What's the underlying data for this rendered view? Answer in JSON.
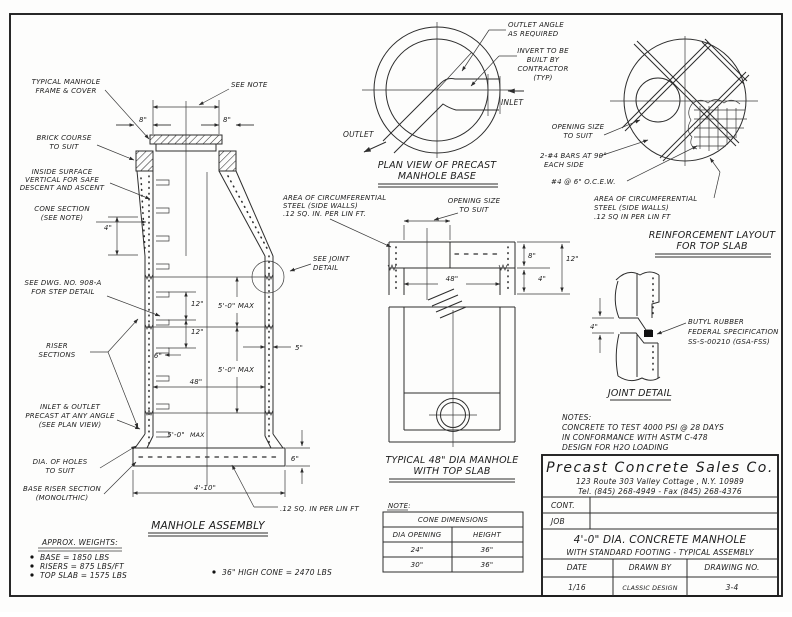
{
  "assembly": {
    "title": "MANHOLE ASSEMBLY",
    "labels": {
      "frame_cover": [
        "TYPICAL MANHOLE",
        "FRAME & COVER"
      ],
      "see_note_top": "SEE NOTE",
      "brick_course": [
        "BRICK COURSE",
        "TO SUIT"
      ],
      "inside_surface": [
        "INSIDE SURFACE",
        "VERTICAL FOR SAFE",
        "DESCENT AND ASCENT"
      ],
      "cone_section": [
        "CONE SECTION",
        "(SEE NOTE)"
      ],
      "step_detail": [
        "SEE DWG. NO. 908-A",
        "FOR STEP DETAIL"
      ],
      "riser_sections": [
        "RISER",
        "SECTIONS"
      ],
      "inlet_outlet": [
        "INLET & OUTLET",
        "PRECAST AT ANY ANGLE",
        "(SEE PLAN VIEW)"
      ],
      "dia_holes": [
        "DIA. OF HOLES",
        "TO SUIT"
      ],
      "base_riser": [
        "BASE RISER SECTION",
        "(MONOLITHIC)"
      ],
      "see_joint": [
        "SEE JOINT",
        "DETAIL"
      ],
      "steel_area": ".12 SQ. IN PER LIN FT"
    },
    "dims": {
      "d8l": "8\"",
      "d8r": "8\"",
      "d4cone": "4\"",
      "d12a": "12\"",
      "d12b": "12\"",
      "d6step": "6\"",
      "d48": "48\"",
      "d5wall": "5\"",
      "max1": "5'-0\" MAX",
      "max2": "5'-0\" MAX",
      "max3": "5'-0\"",
      "max3b": "MAX",
      "d6base": "6\"",
      "width": "4'-10\""
    }
  },
  "weights": {
    "title": "APPROX. WEIGHTS:",
    "items": [
      "BASE = 1850 LBS",
      "RISERS = 875 LBS/FT",
      "TOP SLAB = 1575 LBS"
    ],
    "cone_item": "36\" HIGH CONE = 2470 LBS"
  },
  "plan_view": {
    "title": [
      "PLAN VIEW OF PRECAST",
      "MANHOLE BASE"
    ],
    "labels": {
      "outlet_angle": [
        "OUTLET ANGLE",
        "AS REQUIRED"
      ],
      "invert": [
        "INVERT TO BE",
        "BUILT BY",
        "CONTRACTOR",
        "(TYP)"
      ],
      "inlet": "INLET",
      "outlet": "OUTLET"
    }
  },
  "reinforcement": {
    "title": [
      "REINFORCEMENT LAYOUT",
      "FOR TOP SLAB"
    ],
    "labels": {
      "opening": [
        "OPENING SIZE",
        "TO SUIT"
      ],
      "bars": [
        "2-#4 BARS AT 90°",
        "EACH SIDE"
      ],
      "ocew": "#4 @ 6\" O.C.E.W.",
      "steel": [
        "AREA OF CIRCUMFERENTIAL",
        "STEEL (SIDE WALLS)",
        ".12 SQ IN PER LIN FT"
      ]
    }
  },
  "typ48": {
    "title": [
      "TYPICAL 48\" DIA MANHOLE",
      "WITH TOP SLAB"
    ],
    "labels": {
      "steel": [
        "AREA OF CIRCUMFERENTIAL",
        "STEEL (SIDE WALLS)",
        ".12 SQ. IN. PER LIN FT."
      ],
      "opening": [
        "OPENING SIZE",
        "TO SUIT"
      ]
    },
    "dims": {
      "d48": "48\"",
      "d8": "8\"",
      "d4": "4\"",
      "d12": "12\""
    }
  },
  "joint_detail": {
    "title": "JOINT DETAIL",
    "butyl": [
      "BUTYL RUBBER",
      "FEDERAL SPECIFICATION",
      "SS-S-00210 (GSA-FSS)"
    ],
    "d4": "4\""
  },
  "notes": {
    "heading": "NOTES:",
    "lines": [
      "CONCRETE TO TEST 4000 PSI @ 28 DAYS",
      "IN CONFORMANCE WITH ASTM C-478",
      "DESIGN FOR H2O LOADING"
    ]
  },
  "cone_table": {
    "note": "NOTE:",
    "title": "CONE DIMENSIONS",
    "headers": [
      "DIA OPENING",
      "HEIGHT"
    ],
    "rows": [
      [
        "24\"",
        "36\""
      ],
      [
        "30\"",
        "36\""
      ]
    ]
  },
  "title_block": {
    "company": "Precast Concrete Sales Co.",
    "address": "123 Route 303 Valley Cottage , N.Y. 10989",
    "phone": "Tel. (845) 268-4949 - Fax (845) 268-4376",
    "cont_label": "CONT.",
    "job_label": "JOB",
    "drawing_title": "4'-0\" DIA. CONCRETE MANHOLE",
    "drawing_subtitle": "WITH STANDARD FOOTING - TYPICAL ASSEMBLY",
    "date_label": "DATE",
    "drawn_label": "DRAWN BY",
    "number_label": "DRAWING NO.",
    "date": "1/16",
    "drawn_by": "CLASSIC DESIGN",
    "number": "3-4"
  }
}
